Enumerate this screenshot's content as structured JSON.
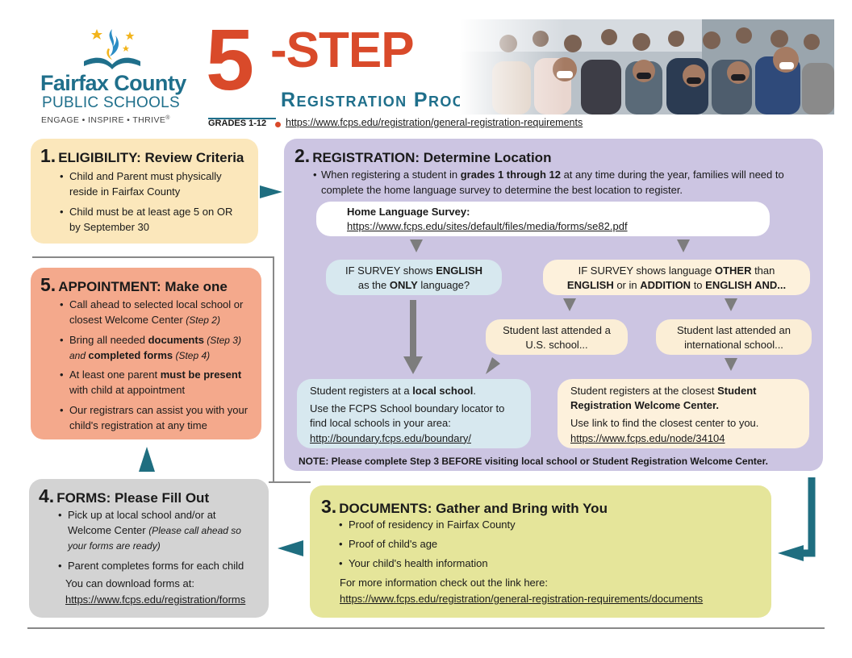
{
  "logo": {
    "line1": "Fairfax County",
    "line2": "PUBLIC SCHOOLS",
    "line3": "ENGAGE • INSPIRE • THRIVE",
    "colors": {
      "teal": "#1f6f8b",
      "gold": "#f2b41c",
      "flame_blue": "#2a8cc4"
    }
  },
  "header": {
    "big_number": "5",
    "step_word": "-STEP",
    "subtitle": "Registration Process",
    "grades": "GRADES 1-12",
    "url": "https://www.fcps.edu/registration/general-registration-requirements",
    "accent": "#d94a2a"
  },
  "step1": {
    "num": "1.",
    "title": "ELIGIBILITY: Review Criteria",
    "b1": "Child and Parent must physically reside in Fairfax County",
    "b2": "Child must be at least age 5 on OR by September 30"
  },
  "step2": {
    "num": "2.",
    "title": "REGISTRATION: Determine Location",
    "intro_a": "When registering a student in ",
    "intro_b": "grades 1 through 12",
    "intro_c": " at any time during the year, families will need to complete the home language survey to determine the best location to register.",
    "hls_label": "Home Language Survey:",
    "hls_url": "https://www.fcps.edu/sites/default/files/media/forms/se82.pdf",
    "eng_a": "IF SURVEY shows ",
    "eng_b": "ENGLISH",
    "eng_c": "as the ",
    "eng_d": "ONLY",
    "eng_e": " language?",
    "oth_a": "IF SURVEY shows language ",
    "oth_b": "OTHER",
    "oth_c": " than",
    "oth_d": "ENGLISH",
    "oth_e": " or in ",
    "oth_f": "ADDITION",
    "oth_g": " to ",
    "oth_h": "ENGLISH AND...",
    "us_school": "Student last attended a U.S. school...",
    "intl_school": "Student last attended an international school...",
    "local_a": "Student registers at a ",
    "local_b": "local school",
    "local_c": ".",
    "local_d": "Use the FCPS School boundary locator to find local schools in your area:",
    "local_url": "http://boundary.fcps.edu/boundary/",
    "center_a": "Student registers at the closest ",
    "center_b": "Student Registration Welcome Center.",
    "center_c": "Use link to find the closest center to you.",
    "center_url": "https://www.fcps.edu/node/34104",
    "note": "NOTE: Please complete Step 3 BEFORE visiting local school or Student Registration Welcome Center."
  },
  "step3": {
    "num": "3.",
    "title": "DOCUMENTS: Gather and Bring with You",
    "b1": "Proof of residency in Fairfax County",
    "b2": "Proof of child's age",
    "b3": "Your child's health information",
    "more": "For more information check out the link here:",
    "url": "https://www.fcps.edu/registration/general-registration-requirements/documents"
  },
  "step4": {
    "num": "4.",
    "title": "FORMS: Please Fill Out",
    "b1a": "Pick up at local school and/or at Welcome Center ",
    "b1b": "(Please call ahead so your forms are ready)",
    "b2": "Parent completes forms for each child",
    "download": "You can download forms at:",
    "url": "https://www.fcps.edu/registration/forms"
  },
  "step5": {
    "num": "5.",
    "title": "APPOINTMENT: Make one",
    "b1a": "Call ahead to selected local school or closest Welcome Center ",
    "b1b": "(Step 2)",
    "b2a": "Bring all needed ",
    "b2b": "documents",
    "b2c": " (Step 3)",
    "b2d": " and ",
    "b2e": "completed forms",
    "b2f": " (Step 4)",
    "b3a": "At least one parent ",
    "b3b": "must be present",
    "b3c": " with child at appointment",
    "b4": "Our registrars can assist you with your child's registration at any time"
  },
  "colors": {
    "step1": "#fbe7bb",
    "step2": "#ccc5e2",
    "step3": "#e5e59a",
    "step4": "#d3d3d3",
    "step5": "#f4a98c",
    "arrow_teal": "#1f6e80",
    "arrow_gray": "#7d7d7d"
  }
}
